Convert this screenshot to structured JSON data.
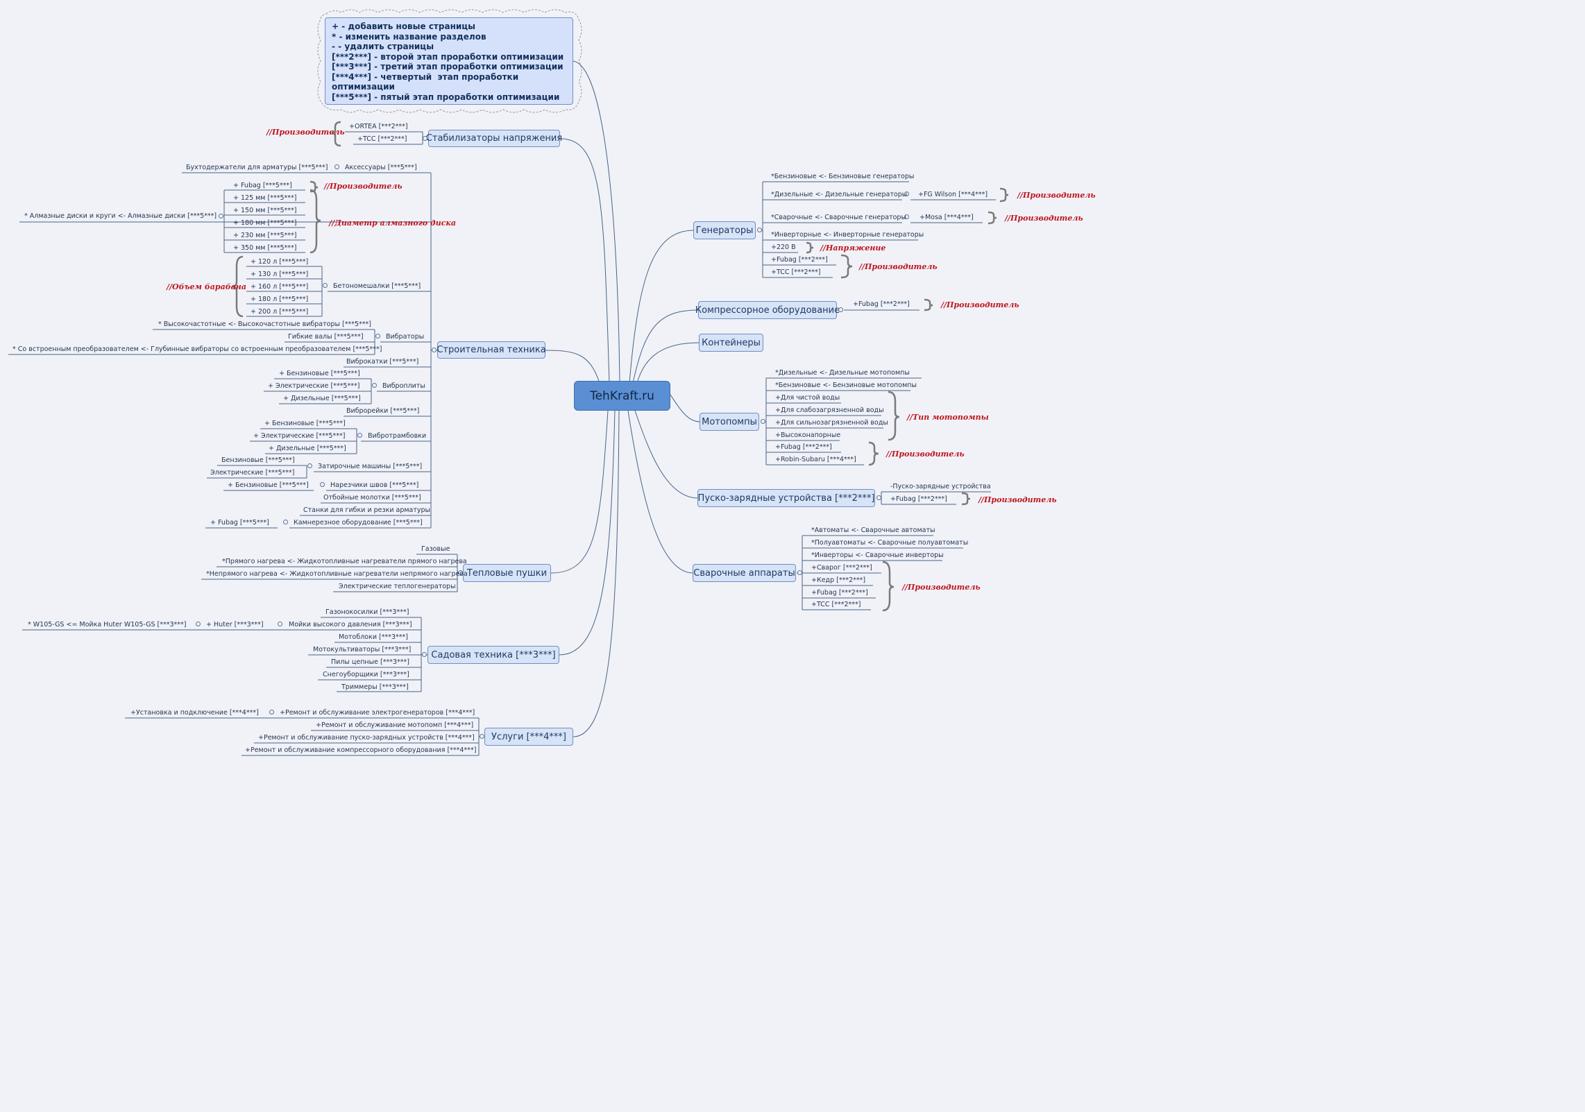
{
  "central": "TehKraft.ru",
  "legend": [
    "+ - добавить новые страницы",
    "* - изменить название разделов",
    "- - удалить страницы",
    "[***2***] - второй этап проработки оптимизации",
    "[***3***] - третий этап проработки оптимизации",
    "[***4***] - четвертый  этап проработки оптимизации",
    "[***5***] - пятый этап проработки оптимизации"
  ],
  "notes": {
    "manufacturer": "//Производитель",
    "disk_diameter": "//Диаметр алмазного диска",
    "drum_volume": "//Объем барабана",
    "voltage": "//Напряжение",
    "pump_type": "//Тип мотопомпы"
  },
  "topics": {
    "stabilizers": {
      "title": "Стабилизаторы напряжения",
      "items": [
        "+ORTEA [***2***]",
        "+TCC [***2***]"
      ]
    },
    "construction": {
      "title": "Строительная техника",
      "items": {
        "rebar_holders": "Бухтодержатели для арматуры [***5***]",
        "accessories": "Аксессуары [***5***]",
        "diamond_discs": "* Алмазные диски и круги <- Алмазные диски [***5***]",
        "disc_fubag": "+ Fubag [***5***]",
        "disc_125": "+ 125 мм [***5***]",
        "disc_150": "+ 150 мм [***5***]",
        "disc_180": "+ 180 мм [***5***]",
        "disc_230": "+ 230 мм [***5***]",
        "disc_350": "+ 350 мм [***5***]",
        "mixer_120": "+ 120 л [***5***]",
        "mixer_130": "+ 130 л [***5***]",
        "mixer_160": "+ 160 л [***5***]",
        "mixer_180": "+ 180 л [***5***]",
        "mixer_200": "+ 200 л [***5***]",
        "mixers": "Бетономешалки [***5***]",
        "vib_hf": "* Высокочастотные <- Высокочастотные вибраторы [***5***]",
        "vib_shafts": "Гибкие валы [***5***]",
        "vibrators": "Вибраторы",
        "vib_deep": "* Со встроенным преобразователем <- Глубинные вибраторы со встроенным преобразователем [***5***]",
        "vibrorolls": "Виброкатки [***5***]",
        "plates_petrol": "+ Бензиновые [***5***]",
        "plates_electric": "+ Электрические [***5***]",
        "plates_diesel": "+ Дизельные [***5***]",
        "vibroplates": "Виброплиты",
        "vibrorails": "Виброрейки [***5***]",
        "tamp_petrol": "+ Бензиновые [***5***]",
        "tamp_electric": "+ Электрические [***5***]",
        "tamp_diesel": "+ Дизельные [***5***]",
        "vibrotampers": "Вибротрамбовки",
        "trowel_petrol": "Бензиновые [***5***]",
        "trowel_electric": "Электрические [***5***]",
        "trowels": "Затирочные машины [***5***]",
        "cutter_petrol": "+ Бензиновые [***5***]",
        "cutters": "Нарезчики швов [***5***]",
        "hammers": "Отбойные молотки [***5***]",
        "rebar_machines": "Станки для гибки и резки арматуры",
        "stone_fubag": "+ Fubag [***5***]",
        "stone": "Камнерезное оборудование [***5***]"
      }
    },
    "heat_guns": {
      "title": "Тепловые пушки",
      "items": [
        "Газовые",
        "*Прямого нагрева <- Жидкотопливные нагреватели прямого нагрева",
        "*Непрямого нагрева <- Жидкотопливные нагреватели непрямого нагрева",
        "Электрические теплогенераторы"
      ]
    },
    "garden": {
      "title": "Садовая техника [***3***]",
      "items": {
        "mowers": "Газонокосилки [***3***]",
        "w105": "* W105-GS <= Мойка Huter W105-GS [***3***]",
        "huter": "+ Huter [***3***]",
        "washers": "Мойки высокого давления [***3***]",
        "motoblocks": "Мотоблоки [***3***]",
        "cultivators": "Мотокультиваторы [***3***]",
        "saws": "Пилы цепные [***3***]",
        "snow": "Снегоуборщики [***3***]",
        "trimmers": "Триммеры [***3***]"
      }
    },
    "services": {
      "title": "Услуги [***4***]",
      "items": {
        "install": "+Установка и подключение [***4***]",
        "gen_repair": "+Ремонт и обслуживание электрогенераторов [***4***]",
        "pump_repair": "+Ремонт и обслуживание мотопомп [***4***]",
        "starter_repair": "+Ремонт и обслуживание пуско-зарядных устройств [***4***]",
        "comp_repair": "+Ремонт и обслуживание компрессорного оборудования [***4***]"
      }
    },
    "generators": {
      "title": "Генераторы",
      "items": {
        "petrol": "*Бензиновые <- Бензиновые генераторы",
        "diesel": "*Дизельные <- Дизельные генераторы",
        "fg_wilson": "+FG Wilson [***4***]",
        "welding": "*Сварочные <- Сварочные генераторы",
        "mosa": "+Mosa [***4***]",
        "inverter": "*Инверторные <- Инверторные генераторы",
        "v220": "+220 В",
        "fubag": "+Fubag [***2***]",
        "tcc": "+TCC [***2***]"
      }
    },
    "compressors": {
      "title": "Компрессорное оборудование",
      "items": [
        "+Fubag [***2***]"
      ]
    },
    "containers": {
      "title": "Контейнеры"
    },
    "pumps": {
      "title": "Мотопомпы",
      "items": [
        "*Дизельные <- Дизельные мотопомпы",
        "*Бензиновые <- Бензиновые мотопомпы",
        "+Для чистой воды",
        "+Для слабозагрязненной воды",
        "+Для сильнозагрязненной воды",
        "+Высоконапорные",
        "+Fubag [***2***]",
        "+Robin-Subaru [***4***]"
      ]
    },
    "starters": {
      "title": "Пуско-зарядные устройства [***2***]",
      "items": [
        "-Пуско-зарядные устройства",
        "+Fubag [***2***]"
      ]
    },
    "welding": {
      "title": "Сварочные аппараты",
      "items": [
        "*Автоматы <- Сварочные автоматы",
        "*Полуавтоматы <- Сварочные полуавтоматы",
        "*Инверторы <- Сварочные инверторы",
        "+Сварог [***2***]",
        "+Кедр [***2***]",
        "+Fubag [***2***]",
        "+TCC [***2***]"
      ]
    }
  }
}
